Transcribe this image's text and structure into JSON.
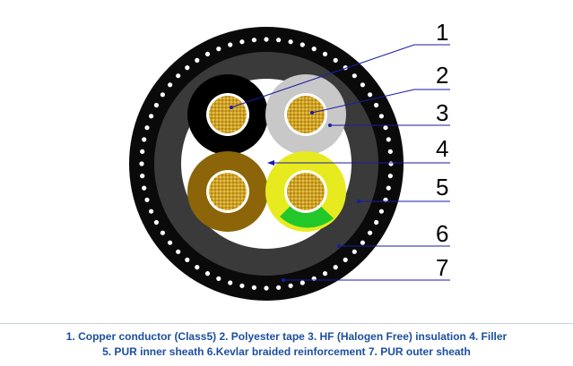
{
  "callouts": [
    "1",
    "2",
    "3",
    "4",
    "5",
    "6",
    "7"
  ],
  "legend": {
    "line1": "1. Copper conductor (Class5)  2. Polyester tape 3. HF (Halogen Free) insulation 4. Filler",
    "line2": "5. PUR inner sheath  6.Kevlar braided reinforcement 7. PUR outer sheath"
  },
  "colors": {
    "outer_sheath": "#0a0a0a",
    "inner_sheath": "#3a3a3a",
    "copper": "#c99a1e",
    "core_black": "#000000",
    "core_grey": "#c8c8c8",
    "core_brown": "#8b6508",
    "core_yellow": "#e8ea20",
    "core_green": "#22c82a",
    "filler": "#ffffff",
    "leader": "#1a1aa8",
    "legend_text": "#1c4fa0"
  }
}
